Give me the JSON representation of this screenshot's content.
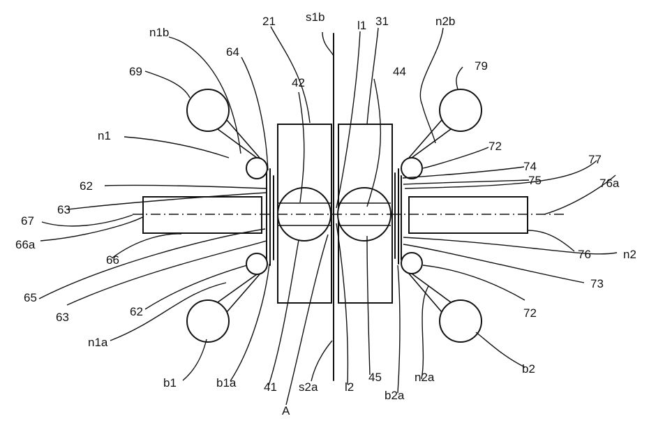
{
  "labels": {
    "s1b": "s1b",
    "21": "21",
    "l1": "l1",
    "31": "31",
    "n2b": "n2b",
    "n1b": "n1b",
    "64": "64",
    "79": "79",
    "69": "69",
    "42": "42",
    "44": "44",
    "n1": "n1",
    "72a": "72",
    "74": "74",
    "77": "77",
    "62a": "62",
    "75": "75",
    "76a": "76a",
    "63a": "63",
    "67": "67",
    "66a": "66a",
    "66": "66",
    "76": "76",
    "n2": "n2",
    "65": "65",
    "73": "73",
    "63b": "63",
    "62b": "62",
    "72b": "72",
    "n1a": "n1a",
    "b1": "b1",
    "b1a": "b1a",
    "41": "41",
    "s2a": "s2a",
    "l2": "l2",
    "45": "45",
    "n2a": "n2a",
    "b2a": "b2a",
    "b2": "b2",
    "A": "A"
  }
}
